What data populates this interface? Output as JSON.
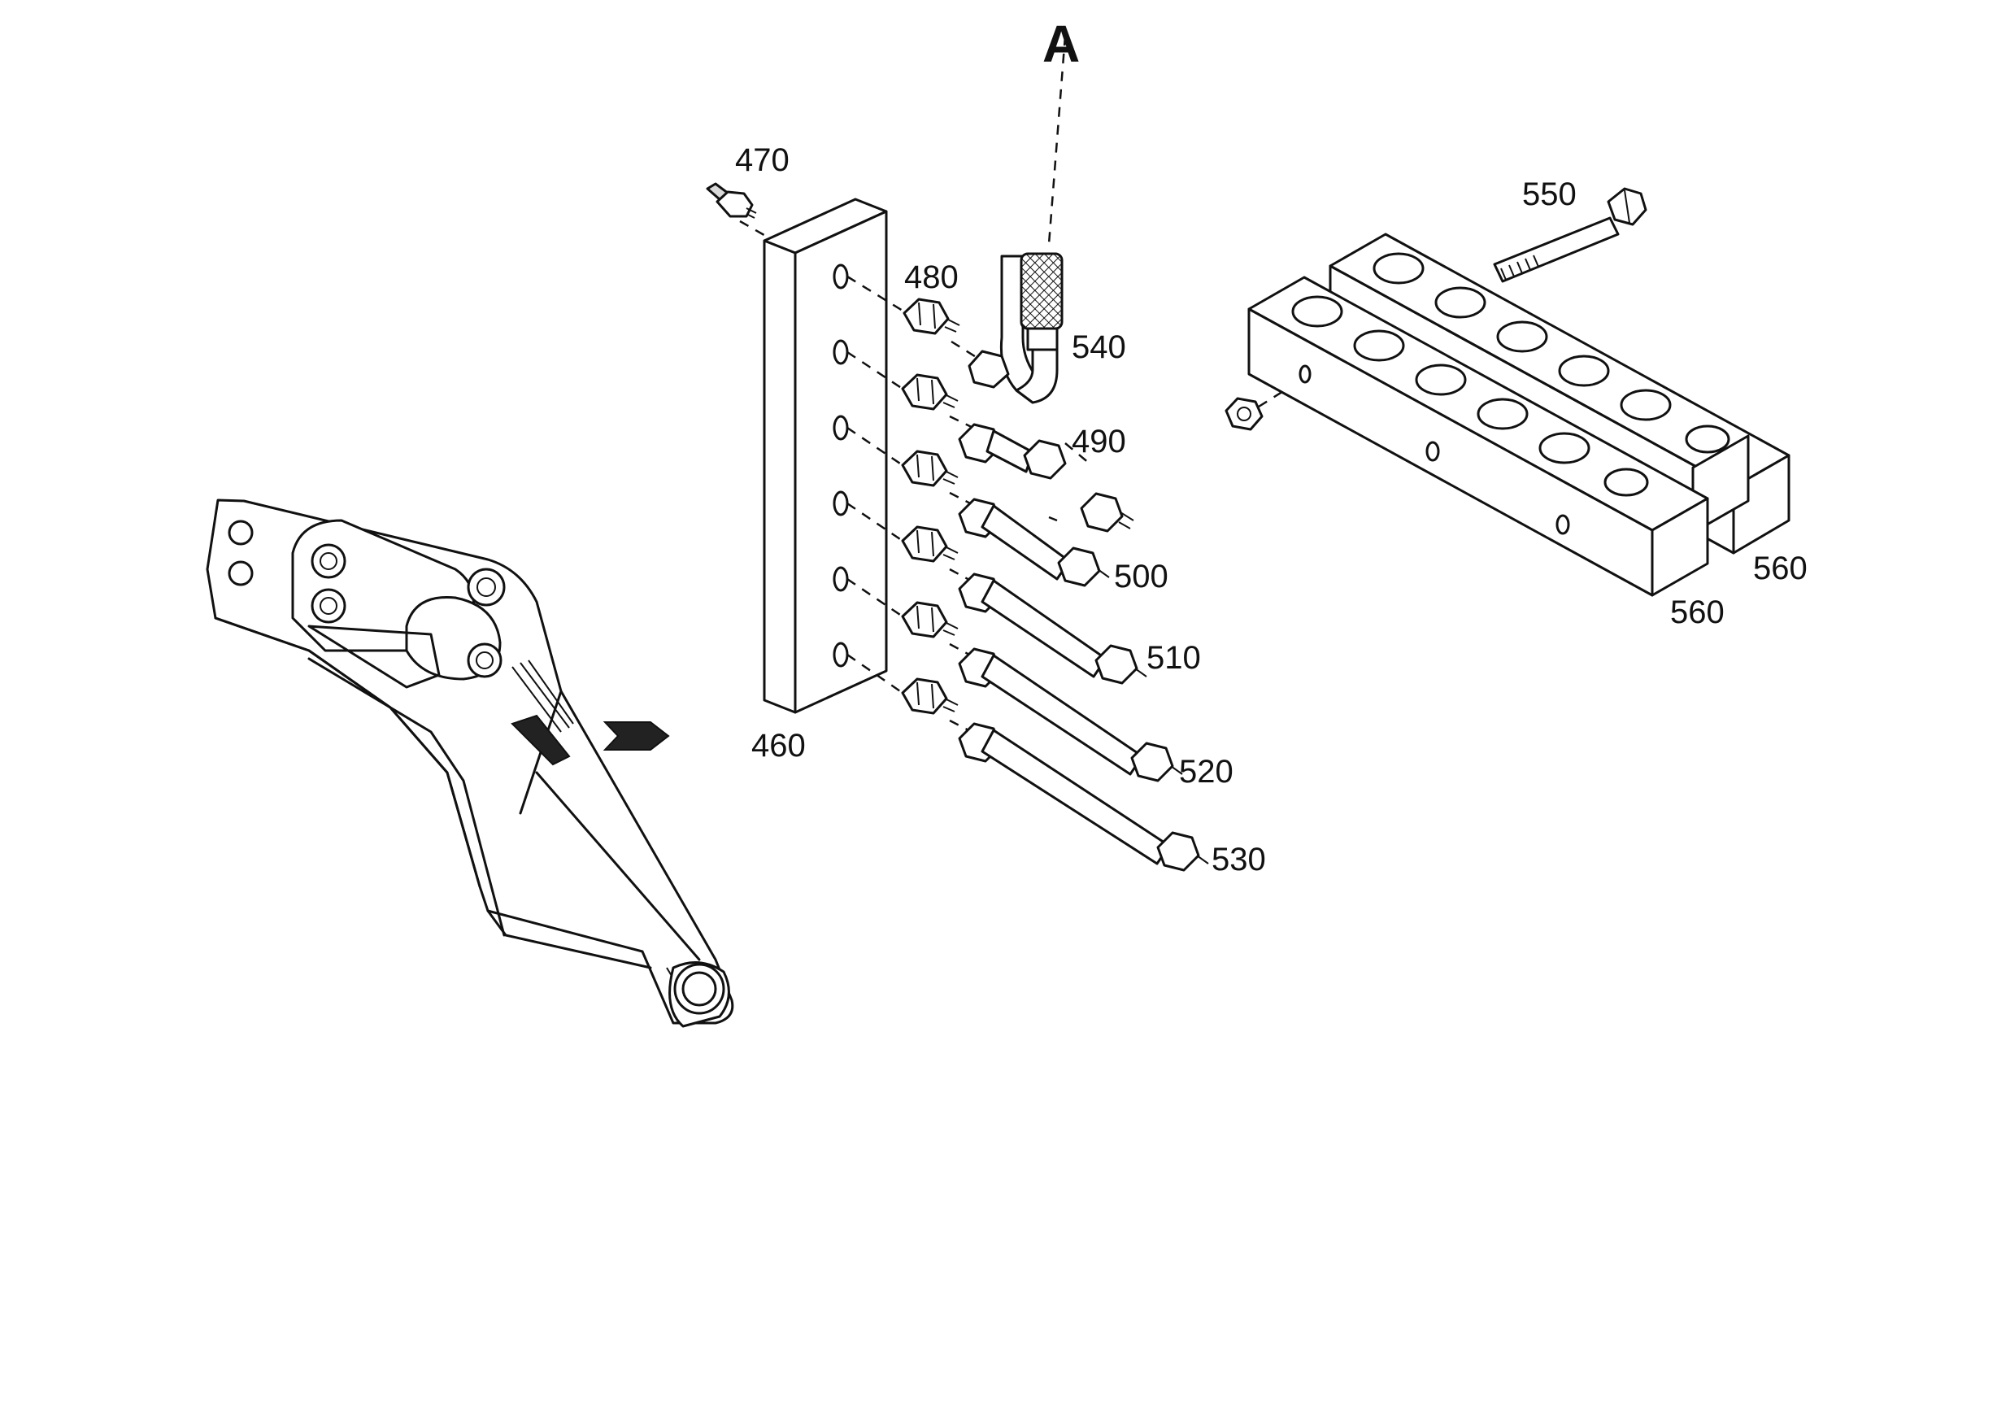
{
  "diagram": {
    "callout_letter": "A",
    "labels": {
      "p460": "460",
      "p470": "470",
      "p480": "480",
      "p490": "490",
      "p500": "500",
      "p510": "510",
      "p520": "520",
      "p530": "530",
      "p540": "540",
      "p550": "550",
      "p560a": "560",
      "p560b": "560"
    }
  }
}
